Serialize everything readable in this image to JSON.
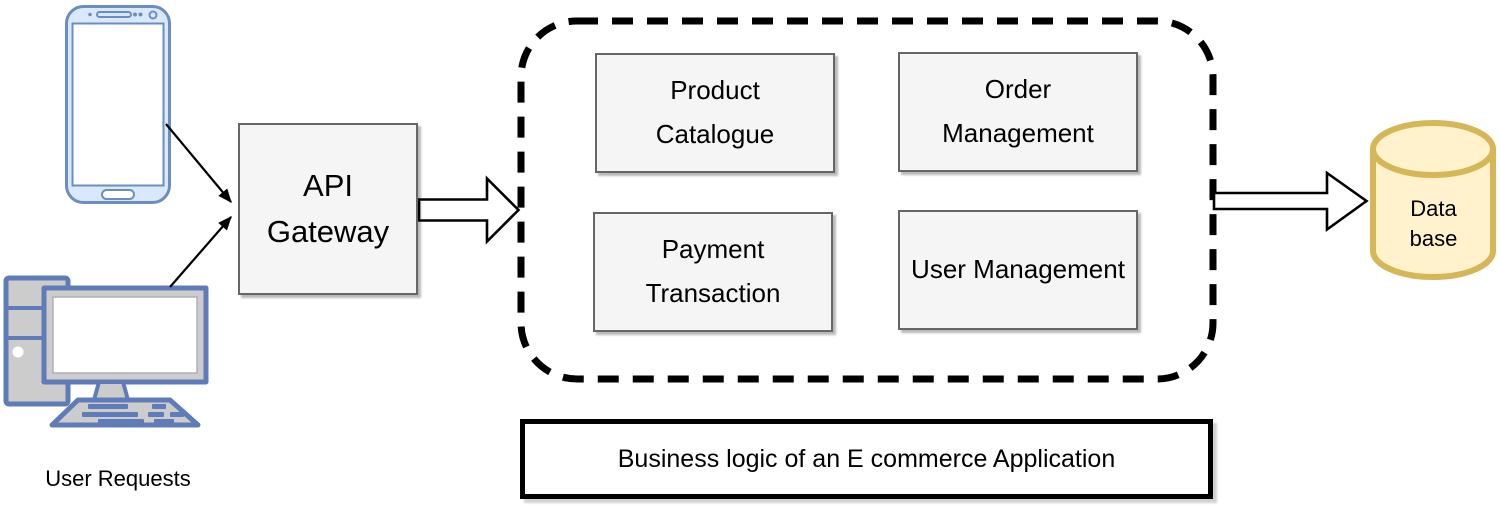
{
  "diagram": {
    "user_requests_label": "User Requests",
    "api_gateway": {
      "label": "API\nGateway"
    },
    "services_container": {
      "services": [
        {
          "label": "Product\nCatalogue"
        },
        {
          "label": "Order\nManagement"
        },
        {
          "label": "Payment\nTransaction"
        },
        {
          "label": "User Management"
        }
      ]
    },
    "database": {
      "label": "Data\nbase"
    },
    "caption": "Business logic of an E commerce Application",
    "icons": {
      "smartphone": "smartphone-icon",
      "desktop_computer": "desktop-computer-icon",
      "database_cylinder": "database-cylinder-icon"
    }
  },
  "colors": {
    "node_fill": "#f5f5f5",
    "node_stroke": "#666666",
    "phone_fill": "#dae8fc",
    "phone_stroke": "#6c8ebf",
    "computer_fill": "#cccccc",
    "computer_stroke": "#5f7cb8",
    "db_fill": "#fff2cc",
    "db_stroke": "#d6b656",
    "arrow_color": "#000000",
    "text_color": "#000000"
  }
}
